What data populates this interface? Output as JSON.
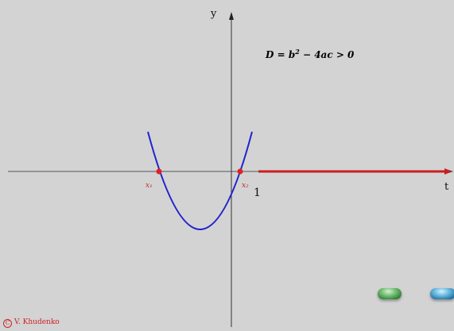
{
  "axes": {
    "y_label": "y",
    "t_label": "t",
    "unit_label": "1"
  },
  "roots": {
    "x1_label": "x₁",
    "x2_label": "x₂"
  },
  "formula": {
    "lhs": "D",
    "eq": " = ",
    "b": "b",
    "exp": "2",
    "rest": " − 4ac > 0"
  },
  "footer": {
    "copyright_symbol": "C",
    "author": "V. Khudenko"
  },
  "colors": {
    "background": "#d3d3d3",
    "parabola": "#2222cc",
    "ray": "#cc1f1f",
    "root_point": "#dd2222",
    "axis": "#333333"
  },
  "controls": {
    "left_button_icon": "green-pill-icon",
    "right_button_icon": "blue-pill-icon"
  }
}
